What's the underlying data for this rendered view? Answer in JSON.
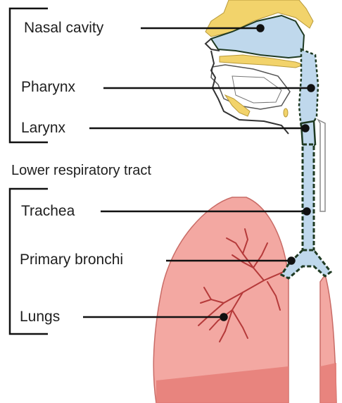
{
  "section_title": "Lower respiratory tract",
  "labels": {
    "nasal_cavity": "Nasal cavity",
    "pharynx": "Pharynx",
    "larynx": "Larynx",
    "trachea": "Trachea",
    "primary_bronchi": "Primary bronchi",
    "lungs": "Lungs"
  },
  "colors": {
    "lung_fill": "#f3a8a2",
    "lung_shade": "#e57e78",
    "airway_fill": "#bfd8ec",
    "bone_fill": "#f2d36b",
    "airway_outline": "#1f3a22",
    "bronchi_tree": "#b53a3a",
    "leader_line": "#111111"
  }
}
